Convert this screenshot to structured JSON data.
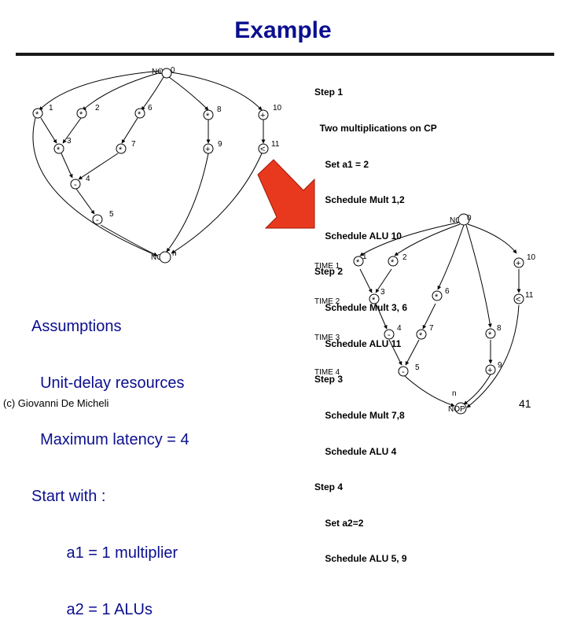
{
  "title": "Example",
  "steps": [
    "Step 1",
    "  Two multiplications on CP",
    "    Set a1 = 2",
    "    Schedule Mult 1,2",
    "    Schedule ALU 10",
    "Step 2",
    "    Schedule Mult 3, 6",
    "    Schedule ALU 11",
    "Step 3",
    "    Schedule Mult 7,8",
    "    Schedule ALU 4",
    "Step 4",
    "    Set a2=2",
    "    Schedule ALU 5, 9"
  ],
  "assumptions": [
    "Assumptions",
    "  Unit-delay resources",
    "  Maximum latency = 4",
    "Start with :",
    "        a1 = 1 multiplier",
    "        a2 = 1 ALUs"
  ],
  "author": "(c) Giovanni De Micheli",
  "page_number": "41",
  "left_graph": {
    "source": {
      "op": "NOP",
      "id": "0"
    },
    "sink": {
      "op": "NOP",
      "id": "n"
    },
    "nodes": [
      {
        "op": "*",
        "id": "1"
      },
      {
        "op": "*",
        "id": "2"
      },
      {
        "op": "*",
        "id": "6"
      },
      {
        "op": "*",
        "id": "8"
      },
      {
        "op": "+",
        "id": "10"
      },
      {
        "op": "*",
        "id": "3"
      },
      {
        "op": "*",
        "id": "7"
      },
      {
        "op": "+",
        "id": "9"
      },
      {
        "op": "<",
        "id": "11"
      },
      {
        "op": "-",
        "id": "4"
      },
      {
        "op": "-",
        "id": "5"
      }
    ]
  },
  "right_graph": {
    "source": {
      "op": "NOP",
      "id": "0"
    },
    "sink": {
      "op": "NOP",
      "id": "n"
    },
    "time_labels": [
      "TIME 1",
      "TIME 2",
      "TIME 3",
      "TIME 4"
    ],
    "nodes": [
      {
        "op": "*",
        "id": "1"
      },
      {
        "op": "*",
        "id": "2"
      },
      {
        "op": "+",
        "id": "10"
      },
      {
        "op": "*",
        "id": "3"
      },
      {
        "op": "*",
        "id": "6"
      },
      {
        "op": "<",
        "id": "11"
      },
      {
        "op": "-",
        "id": "4"
      },
      {
        "op": "*",
        "id": "7"
      },
      {
        "op": "*",
        "id": "8"
      },
      {
        "op": "-",
        "id": "5"
      },
      {
        "op": "+",
        "id": "9"
      }
    ]
  },
  "colors": {
    "title": "#0b0f8e",
    "assumptions": "#0b0f8e",
    "arrow": "#e8391f",
    "arrow_outline": "#a01a08"
  }
}
